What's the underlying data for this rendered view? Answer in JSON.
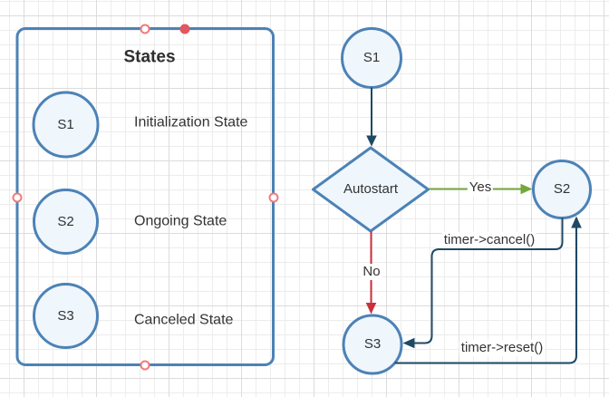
{
  "canvas": {
    "app": "diagram-canvas",
    "grid": "on",
    "colors": {
      "background": "#ffffff",
      "grid_minor": "#ececec",
      "grid_major": "#dcdcdc",
      "shape_stroke": "#4c82b6",
      "shape_fill": "#eff6fc",
      "edge_navy": "#1f4864",
      "edge_green": "#74a73c",
      "edge_red": "#c9303c",
      "handle_outline": "#ef7b7b",
      "handle_fill": "#e2575f",
      "text_color": "#333333"
    }
  },
  "legend_panel": {
    "title": "States",
    "selected": true,
    "items": [
      {
        "node": "S1",
        "label": "Initialization State"
      },
      {
        "node": "S2",
        "label": "Ongoing State"
      },
      {
        "node": "S3",
        "label": "Canceled State"
      }
    ]
  },
  "flowchart": {
    "nodes": {
      "s1": "S1",
      "decision": "Autostart",
      "s2": "S2",
      "s3": "S3"
    },
    "edges": [
      {
        "from": "S1",
        "to": "Autostart",
        "label": "",
        "color": "navy"
      },
      {
        "from": "Autostart",
        "to": "S2",
        "label": "Yes",
        "color": "green"
      },
      {
        "from": "Autostart",
        "to": "S3",
        "label": "No",
        "color": "red"
      },
      {
        "from": "S2",
        "to": "S3",
        "label": "timer->cancel()",
        "color": "navy"
      },
      {
        "from": "S3",
        "to": "S2",
        "label": "timer->reset()",
        "color": "navy"
      }
    ]
  }
}
